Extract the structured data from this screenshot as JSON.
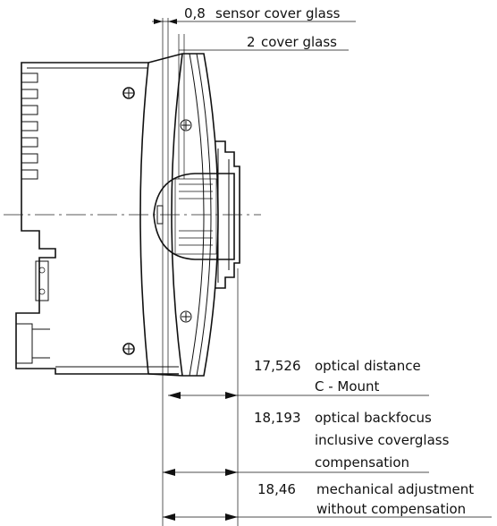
{
  "annotations": {
    "sensor_glass": {
      "value": "0,8",
      "label": "sensor cover glass"
    },
    "cover_glass": {
      "value": "2",
      "label": "cover glass"
    },
    "optical_distance": {
      "value": "17,526",
      "line1": "optical distance",
      "line2": "C - Mount"
    },
    "backfocus": {
      "value": "18,193",
      "line1": "optical backfocus",
      "line2": "inclusive coverglass",
      "line3": "compensation"
    },
    "mechanical": {
      "value": "18,46",
      "line1": "mechanical adjustment",
      "line2": "without compensation"
    }
  }
}
